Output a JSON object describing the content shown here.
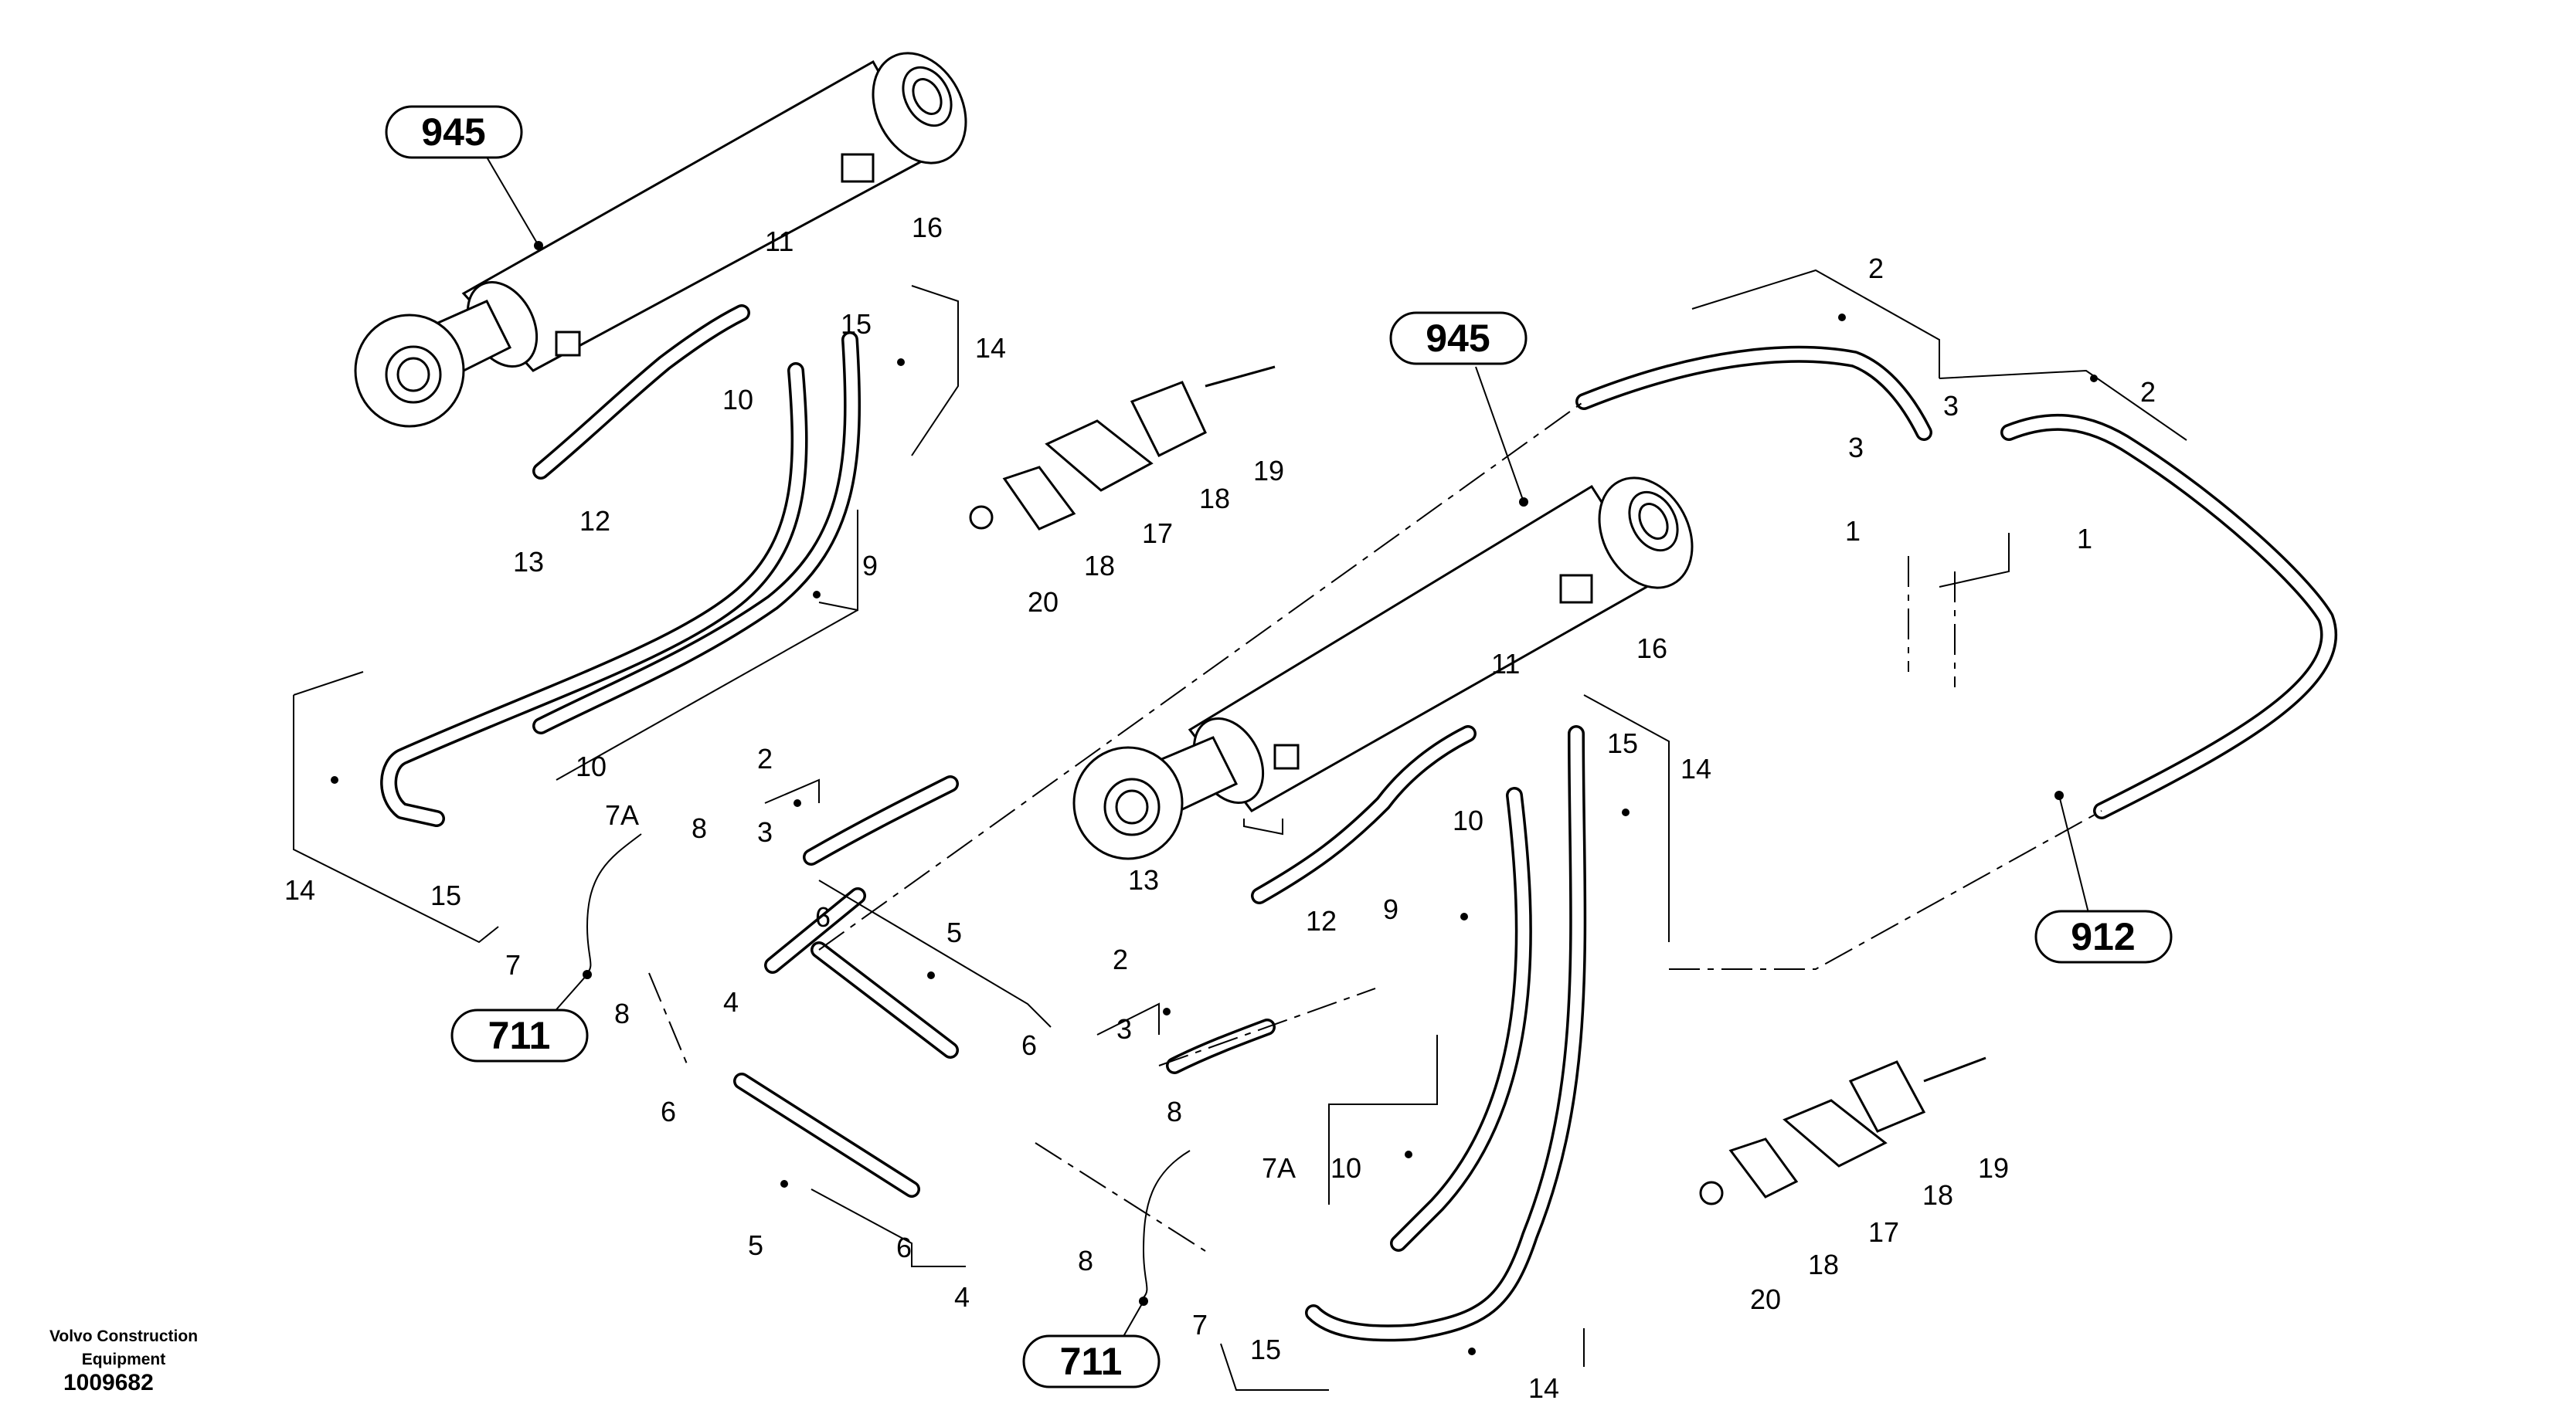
{
  "publisher": {
    "line1": "Volvo Construction",
    "line2": "Equipment"
  },
  "drawing_number": "1009682",
  "group_tags": {
    "cyl_left": "945",
    "cyl_right": "945",
    "tube_group": "912",
    "valve_left": "711",
    "valve_right": "711"
  },
  "callouts": {
    "L16": "16",
    "L11": "11",
    "L15a": "15",
    "L14a": "14",
    "L10a": "10",
    "L12": "12",
    "L13": "13",
    "L9": "9",
    "L10b": "10",
    "L7Aa": "7A",
    "L14b": "14",
    "L15b": "15",
    "L7a": "7",
    "L8a": "8",
    "L3a": "3",
    "L2a": "2",
    "L6a": "6",
    "L5a": "5",
    "L8b": "8",
    "L4a": "4",
    "L6b": "6",
    "L6c": "6",
    "L5b": "5",
    "L6d": "6",
    "L4b": "4",
    "L8c": "8",
    "L8d": "8",
    "L3b": "3",
    "L2b": "2",
    "L7Ab": "7A",
    "L10c": "10",
    "L7b": "7",
    "L15c": "15",
    "L14c": "14",
    "L9b": "9",
    "L12b": "12",
    "L13b": "13",
    "L11b": "11",
    "L10d": "10",
    "L16b": "16",
    "L15d": "15",
    "L14d": "14",
    "L19a": "19",
    "L18a": "18",
    "L17a": "17",
    "L18b": "18",
    "L20a": "20",
    "L2c": "2",
    "L3c": "3",
    "L3d": "3",
    "L2d": "2",
    "L1a": "1",
    "L1b": "1",
    "L19b": "19",
    "L18c": "18",
    "L17b": "17",
    "L18d": "18",
    "L20b": "20"
  }
}
